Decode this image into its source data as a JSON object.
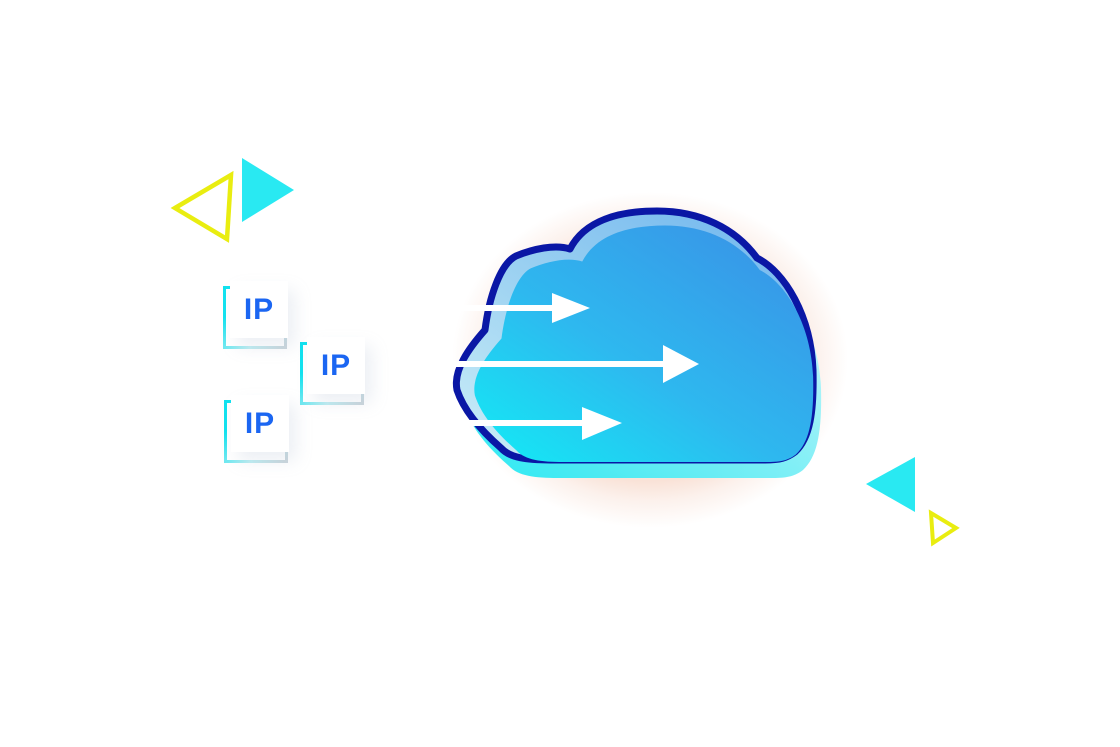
{
  "illustration": {
    "name": "ip-addresses-flowing-into-cloud",
    "ip_boxes": [
      {
        "label": "IP"
      },
      {
        "label": "IP"
      },
      {
        "label": "IP"
      }
    ],
    "icons": {
      "cloud": "cloud-icon",
      "arrows": [
        "arrow-icon",
        "arrow-icon",
        "arrow-icon"
      ],
      "decorations": [
        "triangle-outline-left-icon",
        "triangle-filled-right-icon",
        "triangle-filled-left-icon",
        "triangle-outline-right-icon"
      ]
    },
    "colors": {
      "background": "#FFFFFF",
      "ip_label_blue": "#1B66F2",
      "ip_box_white": "#FFFFFF",
      "bracket_cyan": "#11E2EF",
      "cloud_outline_navy": "#0A17A5",
      "cloud_gradient_cyan": "#12ECF5",
      "cloud_gradient_blue": "#3A90E6",
      "cloud_backdrop_cyan": "#1FE8F2",
      "arrow_white": "#FFFFFF",
      "glow_peach": "#F9E2D7",
      "accent_cyan_triangle": "#29E9F2",
      "accent_yellow_triangle": "#E9ED10"
    }
  }
}
